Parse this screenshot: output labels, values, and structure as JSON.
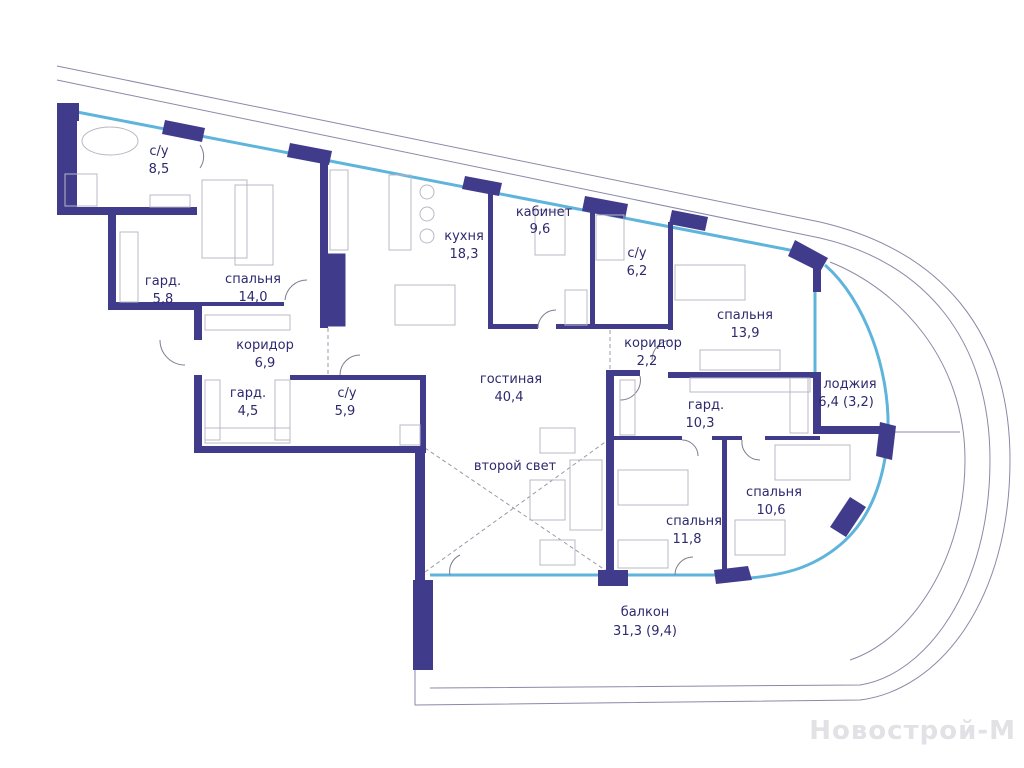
{
  "plan": {
    "wall_color": "#413b8c",
    "glass_color": "#5fb4dc",
    "rooms": [
      {
        "name": "с/у",
        "area": "8,5"
      },
      {
        "name": "гард.",
        "area": "5,8"
      },
      {
        "name": "спальня",
        "area": "14,0"
      },
      {
        "name": "кухня",
        "area": "18,3"
      },
      {
        "name": "кабинет",
        "area": "9,6"
      },
      {
        "name": "с/у",
        "area": "6,2"
      },
      {
        "name": "спальня",
        "area": "13,9"
      },
      {
        "name": "коридор",
        "area": "6,9"
      },
      {
        "name": "гард.",
        "area": "4,5"
      },
      {
        "name": "с/у",
        "area": "5,9"
      },
      {
        "name": "гостиная",
        "area": "40,4"
      },
      {
        "name": "коридор",
        "area": "2,2"
      },
      {
        "name": "гард.",
        "area": "10,3"
      },
      {
        "name": "лоджия",
        "area": "6,4 (3,2)"
      },
      {
        "name": "спальня",
        "area": "10,6"
      },
      {
        "name": "спальня",
        "area": "11,8"
      },
      {
        "name": "балкон",
        "area": "31,3 (9,4)"
      }
    ],
    "second_light_label": "второй свет"
  },
  "watermark": "Новострой-М"
}
